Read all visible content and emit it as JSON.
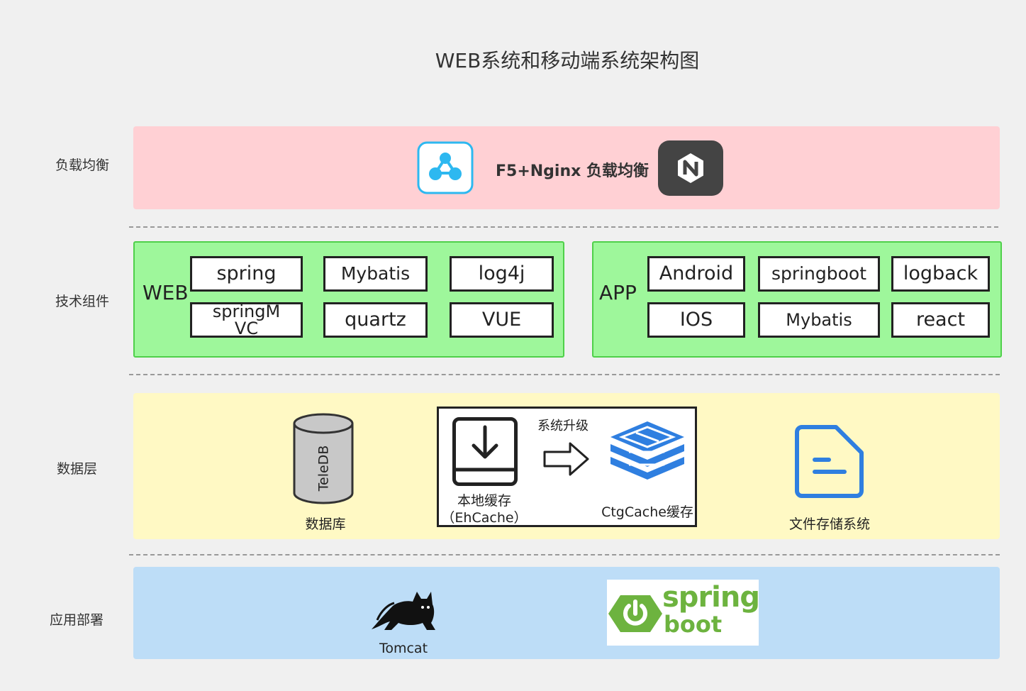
{
  "title": "WEB系统和移动端系统架构图",
  "layers": {
    "load_balance": {
      "label": "负载均衡",
      "text": "F5+Nginx 负载均衡",
      "icons": [
        "f5-network-icon",
        "nginx-n-icon"
      ]
    },
    "tech_components": {
      "label": "技术组件",
      "web": {
        "label": "WEB",
        "items": [
          "spring",
          "Mybatis",
          "log4j",
          "springMVC",
          "quartz",
          "VUE"
        ]
      },
      "app": {
        "label": "APP",
        "items": [
          "Android",
          "springboot",
          "logback",
          "IOS",
          "Mybatis",
          "react"
        ]
      }
    },
    "data": {
      "label": "数据层",
      "database": {
        "cylinder_text": "TeleDB",
        "caption": "数据库"
      },
      "local_cache": {
        "caption_line1": "本地缓存",
        "caption_line2": "（EhCache）"
      },
      "upgrade_text": "系统升级",
      "ctg_cache": {
        "caption": "CtgCache缓存"
      },
      "file_storage": {
        "caption": "文件存储系统"
      }
    },
    "deploy": {
      "label": "应用部署",
      "tomcat": {
        "caption": "Tomcat"
      },
      "springboot_logo": {
        "word1": "spring",
        "word2": "boot"
      }
    }
  },
  "colors": {
    "load_balance_bg": "#ffd0d4",
    "tech_bg": "#9ef79b",
    "data_bg": "#fff9c4",
    "deploy_bg": "#bdddf7",
    "spring_green": "#6db33f",
    "ctg_blue": "#2f7fe0"
  }
}
